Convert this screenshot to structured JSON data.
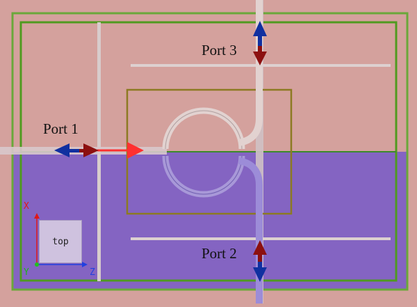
{
  "ports": {
    "port1": "Port 1",
    "port2": "Port 2",
    "port3": "Port 3"
  },
  "view": {
    "orientation": "top",
    "axes": {
      "x": "X",
      "y": "Y",
      "z": "Z"
    }
  },
  "colors": {
    "background": "#d4a19d",
    "substrate_lower": "#8464c2",
    "boundary_green": "#6aa83a",
    "inner_box": "#8c7a22",
    "trace": "#e2d2d0",
    "arrow_blue": "#1030a0",
    "arrow_red": "#8c1010",
    "excitation_red": "#ff3030"
  }
}
